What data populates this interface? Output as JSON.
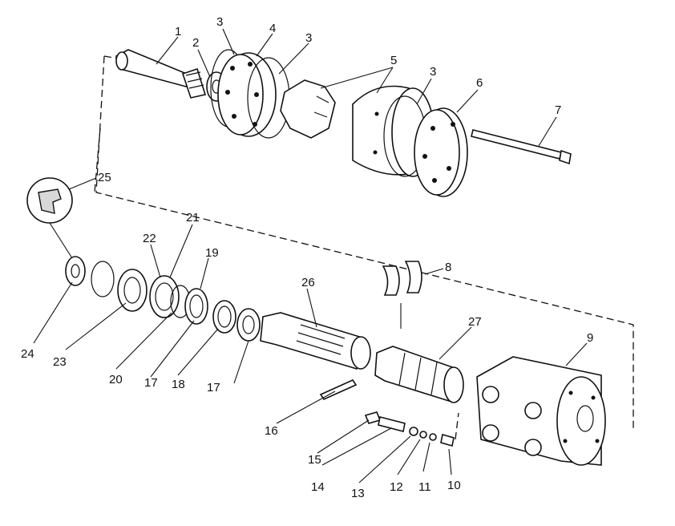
{
  "callouts": {
    "p1": "1",
    "p2": "2",
    "p3a": "3",
    "p4": "4",
    "p3b": "3",
    "p5": "5",
    "p3c": "3",
    "p6": "6",
    "p7": "7",
    "p8": "8",
    "p9": "9",
    "p10": "10",
    "p11": "11",
    "p12": "12",
    "p13": "13",
    "p14": "14",
    "p15": "15",
    "p16": "16",
    "p17a": "17",
    "p17b": "17",
    "p18": "18",
    "p19": "19",
    "p20": "20",
    "p21": "21",
    "p22": "22",
    "p23": "23",
    "p24": "24",
    "p25": "25",
    "p26": "26",
    "p27": "27"
  }
}
